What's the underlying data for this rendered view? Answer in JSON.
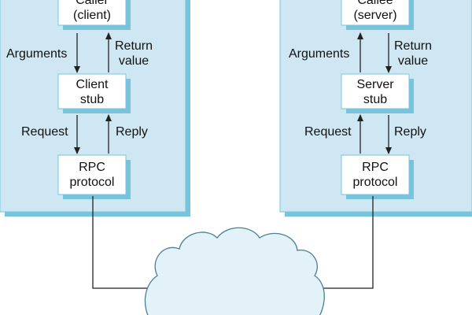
{
  "colors": {
    "panel_fill": "#cfe7f2",
    "panel_shadow": "#78c4dc",
    "box_fill": "#ffffff",
    "box_shadow": "#78c4dc",
    "arrow": "#222222",
    "network_line": "#222222",
    "cloud_fill": "#e3f1f8",
    "cloud_stroke": "#4a7f9a"
  },
  "client": {
    "caller": {
      "line1": "Caller",
      "line2": "(client)"
    },
    "arguments": "Arguments",
    "return_value": {
      "line1": "Return",
      "line2": "value"
    },
    "stub": {
      "line1": "Client",
      "line2": "stub"
    },
    "request": "Request",
    "reply": "Reply",
    "protocol": {
      "line1": "RPC",
      "line2": "protocol"
    }
  },
  "server": {
    "callee": {
      "line1": "Callee",
      "line2": "(server)"
    },
    "arguments": "Arguments",
    "return_value": {
      "line1": "Return",
      "line2": "value"
    },
    "stub": {
      "line1": "Server",
      "line2": "stub"
    },
    "request": "Request",
    "reply": "Reply",
    "protocol": {
      "line1": "RPC",
      "line2": "protocol"
    }
  }
}
